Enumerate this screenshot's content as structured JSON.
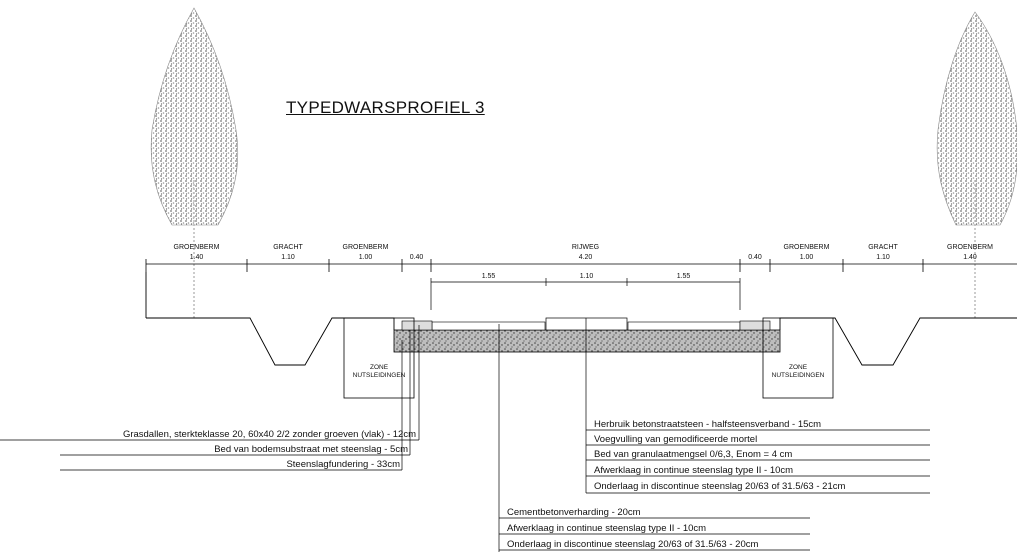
{
  "title": "TYPEDWARSPROFIEL 3",
  "sections": [
    {
      "label": "GROENBERM",
      "width": "1.40"
    },
    {
      "label": "GRACHT",
      "width": "1.10"
    },
    {
      "label": "GROENBERM",
      "width": "1.00"
    },
    {
      "label": "",
      "width": "0.40"
    },
    {
      "label": "RIJWEG",
      "width": "4.20"
    },
    {
      "label": "",
      "width": "0.40"
    },
    {
      "label": "GROENBERM",
      "width": "1.00"
    },
    {
      "label": "GRACHT",
      "width": "1.10"
    },
    {
      "label": "GROENBERM",
      "width": "1.40"
    }
  ],
  "sub_dims": [
    "1.55",
    "1.10",
    "1.55"
  ],
  "zone_label_left": [
    "ZONE",
    "NUTSLEIDINGEN"
  ],
  "zone_label_right": [
    "ZONE",
    "NUTSLEIDINGEN"
  ],
  "notes_left": [
    "Grasdallen, sterkteklasse 20, 60x40 2/2 zonder groeven (vlak) - 12cm",
    "Bed van bodemsubstraat met steenslag - 5cm",
    "Steenslagfundering - 33cm"
  ],
  "notes_right": [
    "Herbruik betonstraatsteen - halfsteensverband - 15cm",
    "Voegvulling van gemodificeerde mortel",
    "Bed van granulaatmengsel 0/6,3, Enom = 4 cm",
    "Afwerklaag in continue steenslag type II - 10cm",
    "Onderlaag in discontinue steenslag 20/63 of 31.5/63 - 21cm"
  ],
  "notes_center": [
    "Cementbetonverharding - 20cm",
    "Afwerklaag in continue steenslag type II - 10cm",
    "Onderlaag in discontinue steenslag 20/63 of 31.5/63 - 20cm"
  ]
}
